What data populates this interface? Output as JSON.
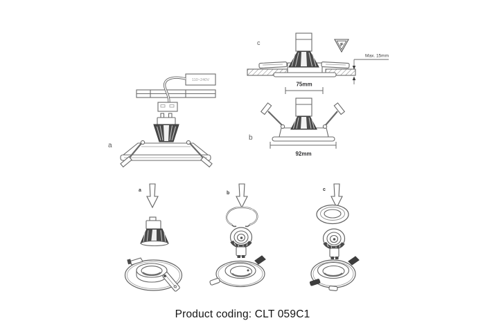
{
  "sheet": {
    "background_color": "#ffffff",
    "line_color": "#5f5f5f",
    "caption": "Product coding: CLT 059C1"
  },
  "top_diagrams": {
    "wiring_side_view": {
      "label": "a",
      "driver_box_text": "110~240V"
    },
    "installed_section_view": {
      "label": "c",
      "f_mark_letter": "F",
      "max_ceiling_thickness": "Max. 15mm",
      "cutout_diameter": "75mm"
    },
    "front_view": {
      "label": "b",
      "outer_diameter": "92mm"
    }
  },
  "assembly_steps": [
    {
      "label": "a"
    },
    {
      "label": "b"
    },
    {
      "label": "c"
    }
  ]
}
